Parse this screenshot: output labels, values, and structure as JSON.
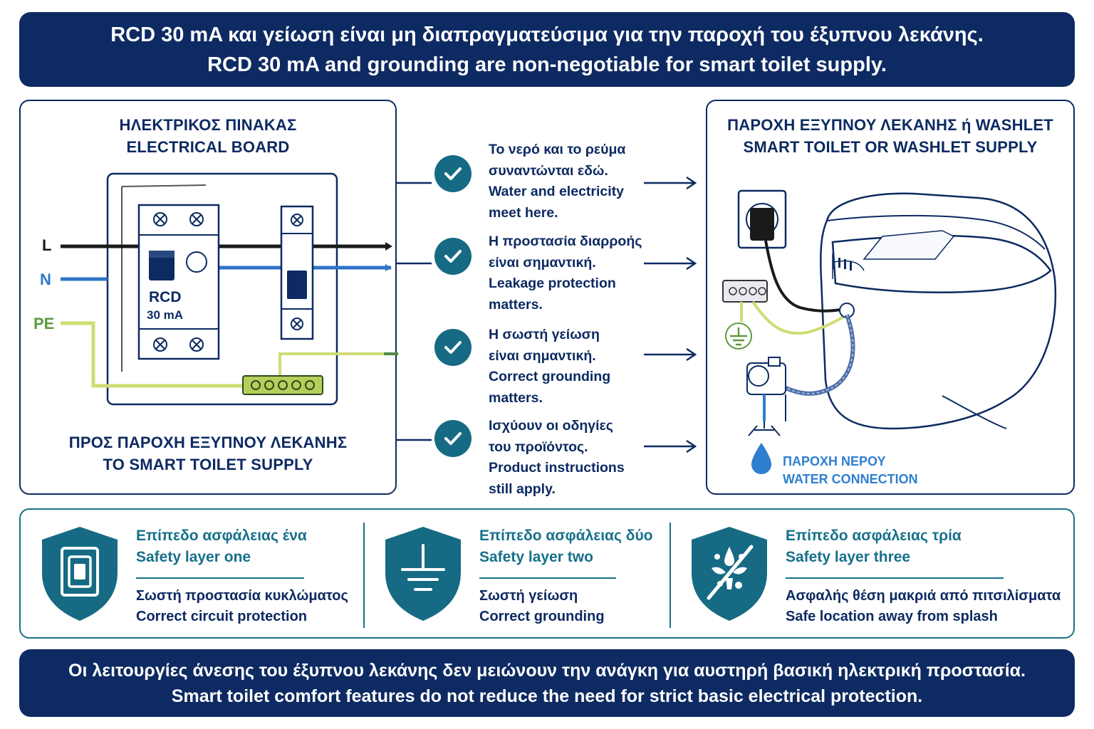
{
  "header": {
    "line_gr": "RCD 30 mA και γείωση είναι μη διαπραγματεύσιμα για την παροχή του έξυπνου λεκάνης.",
    "line_en": "RCD 30 mA and grounding are non-negotiable for smart toilet supply."
  },
  "board": {
    "title_gr": "ΗΛΕΚΤΡΙΚΟΣ ΠΙΝΑΚΑΣ",
    "title_en": "ELECTRICAL BOARD",
    "wire_l": "L",
    "wire_n": "N",
    "wire_pe": "PE",
    "rcd_label": "RCD",
    "rcd_rating": "30 mA",
    "footer_gr": "ΠΡΟΣ ΠΑΡΟΧΗ ΕΞΥΠΝΟΥ ΛΕΚΑΝΗΣ",
    "footer_en": "TO SMART TOILET SUPPLY"
  },
  "checks": [
    {
      "gr1": "Το νερό και το ρεύμα",
      "gr2": "συναντώνται εδώ.",
      "en1": "Water and electricity",
      "en2": "meet here."
    },
    {
      "gr1": "Η προστασία διαρροής",
      "gr2": "είναι σημαντική.",
      "en1": "Leakage protection",
      "en2": "matters."
    },
    {
      "gr1": "Η σωστή γείωση",
      "gr2": "είναι σημαντική.",
      "en1": "Correct grounding",
      "en2": "matters."
    },
    {
      "gr1": "Ισχύουν οι οδηγίες",
      "gr2": "του προϊόντος.",
      "en1": "Product instructions",
      "en2": "still apply."
    }
  ],
  "toilet": {
    "title_gr": "ΠΑΡΟΧΗ ΕΞΥΠΝΟΥ ΛΕΚΑΝΗΣ ή WASHLET",
    "title_en": "SMART TOILET OR WASHLET SUPPLY",
    "water_gr": "ΠΑΡΟΧΗ ΝΕΡΟΥ",
    "water_en": "WATER CONNECTION"
  },
  "safety_layers": [
    {
      "title_gr": "Επίπεδο ασφάλειας ένα",
      "title_en": "Safety layer one",
      "desc_gr": "Σωστή προστασία κυκλώματος",
      "desc_en": "Correct circuit protection",
      "icon": "breaker-shield-icon"
    },
    {
      "title_gr": "Επίπεδο ασφάλειας δύο",
      "title_en": "Safety layer two",
      "desc_gr": "Σωστή γείωση",
      "desc_en": "Correct grounding",
      "icon": "ground-shield-icon"
    },
    {
      "title_gr": "Επίπεδο ασφάλειας τρία",
      "title_en": "Safety layer three",
      "desc_gr": "Ασφαλής θέση μακριά από πιτσιλίσματα",
      "desc_en": "Safe location away from splash",
      "icon": "no-splash-shield-icon"
    }
  ],
  "footer": {
    "line_gr": "Οι λειτουργίες άνεσης του έξυπνου λεκάνης δεν μειώνουν την ανάγκη για αυστηρή βασική ηλεκτρική προστασία.",
    "line_en": "Smart toilet comfort features do not reduce the need for strict basic electrical protection."
  },
  "colors": {
    "navy": "#0d2a62",
    "teal": "#166a84",
    "wire_live": "#1a1a1a",
    "wire_neutral": "#2f74c8",
    "wire_pe": "#cfdc72",
    "pe_label": "#5b9a3c",
    "water": "#2f7fd0"
  }
}
